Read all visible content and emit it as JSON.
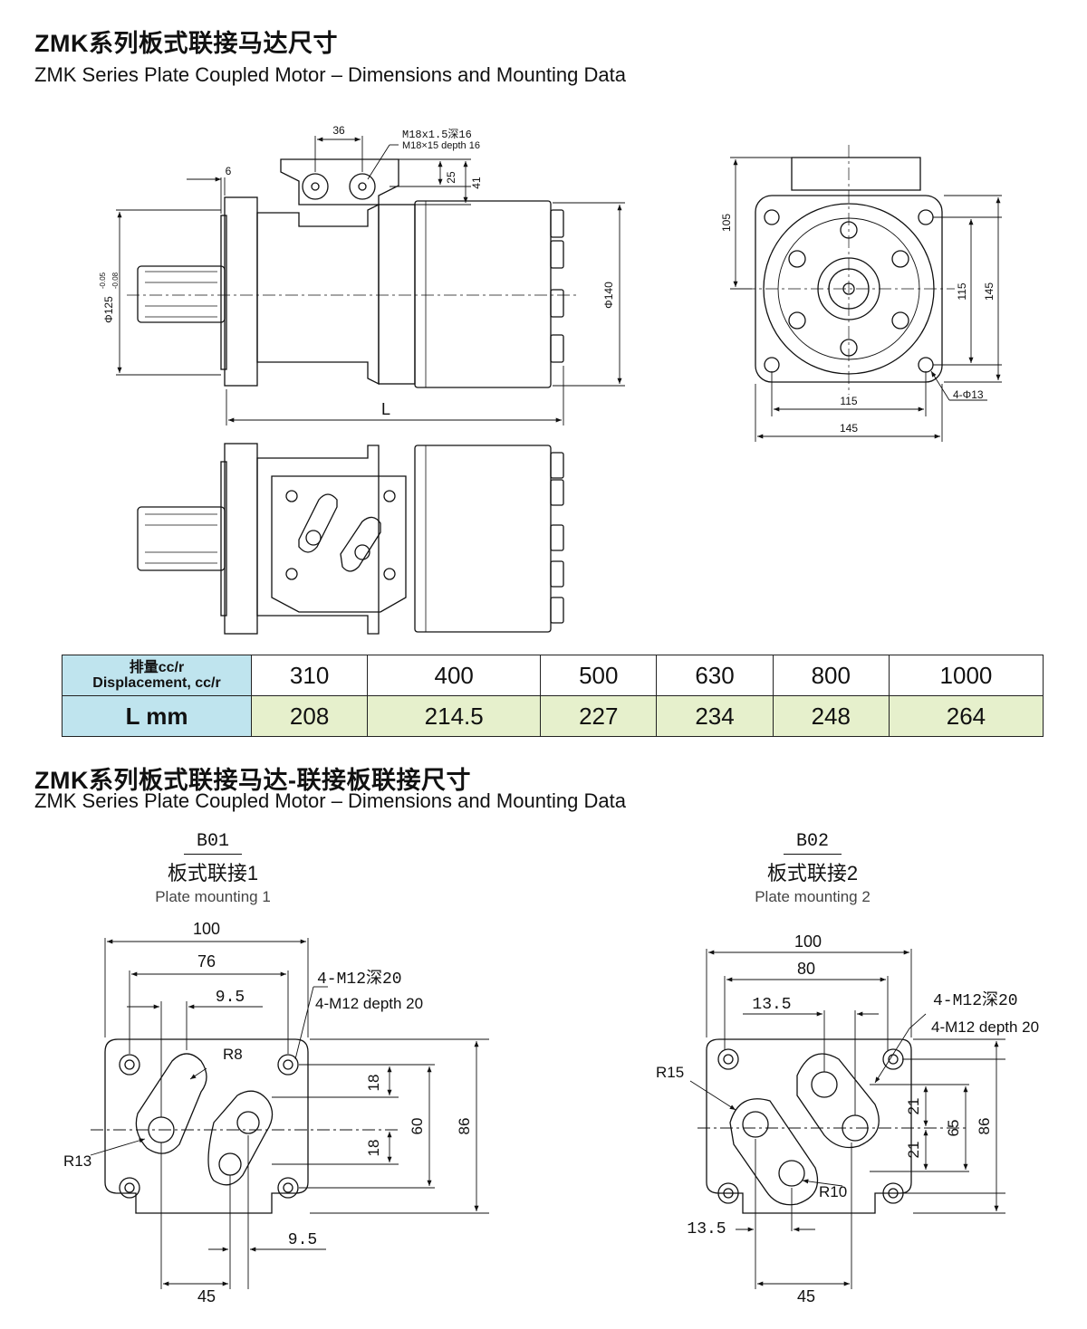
{
  "header": {
    "title_cn": "ZMK系列板式联接马达尺寸",
    "title_en": "ZMK Series Plate Coupled Motor – Dimensions and Mounting Data"
  },
  "drawing1": {
    "dim_36": "36",
    "dim_6": "6",
    "dim_25": "25",
    "dim_41": "41",
    "thread_cn": "M18x1.5深16",
    "thread_en": "M18×15 depth 16",
    "dia_pilot": "Φ125",
    "dia_pilot_tol_upper": "-0.05",
    "dia_pilot_tol_lower": "-0.08",
    "dia_body": "Φ140",
    "length_label": "L"
  },
  "drawing2": {
    "dim_105": "105",
    "dim_115_v": "115",
    "dim_145_v": "145",
    "dim_115_h": "115",
    "dim_145_h": "145",
    "holes": "4-Φ13"
  },
  "table": {
    "row1_header_cn": "排量cc/r",
    "row1_header_en": "Displacement, cc/r",
    "row2_header": "L mm",
    "displacement": [
      "310",
      "400",
      "500",
      "630",
      "800",
      "1000"
    ],
    "length": [
      "208",
      "214.5",
      "227",
      "234",
      "248",
      "264"
    ]
  },
  "section2": {
    "title_cn": "ZMK系列板式联接马达-联接板联接尺寸",
    "title_en": "ZMK Series Plate Coupled Motor – Dimensions and Mounting Data"
  },
  "b01": {
    "code": "B01",
    "name_cn": "板式联接1",
    "name_en": "Plate mounting 1",
    "dim_100": "100",
    "dim_76": "76",
    "dim_9_5_top": "9.5",
    "thread_cn": "4-M12深20",
    "thread_en": "4-M12 depth 20",
    "r8": "R8",
    "r13": "R13",
    "dim_18_a": "18",
    "dim_18_b": "18",
    "dim_60": "60",
    "dim_86": "86",
    "dim_9_5_bottom": "9.5",
    "dim_45": "45"
  },
  "b02": {
    "code": "B02",
    "name_cn": "板式联接2",
    "name_en": "Plate mounting 2",
    "dim_100": "100",
    "dim_80": "80",
    "dim_13_5_top": "13.5",
    "thread_cn": "4-M12深20",
    "thread_en": "4-M12 depth 20",
    "r15": "R15",
    "r10": "R10",
    "dim_21_a": "21",
    "dim_21_b": "21",
    "dim_65": "65",
    "dim_86": "86",
    "dim_13_5_bottom": "13.5",
    "dim_45": "45"
  }
}
